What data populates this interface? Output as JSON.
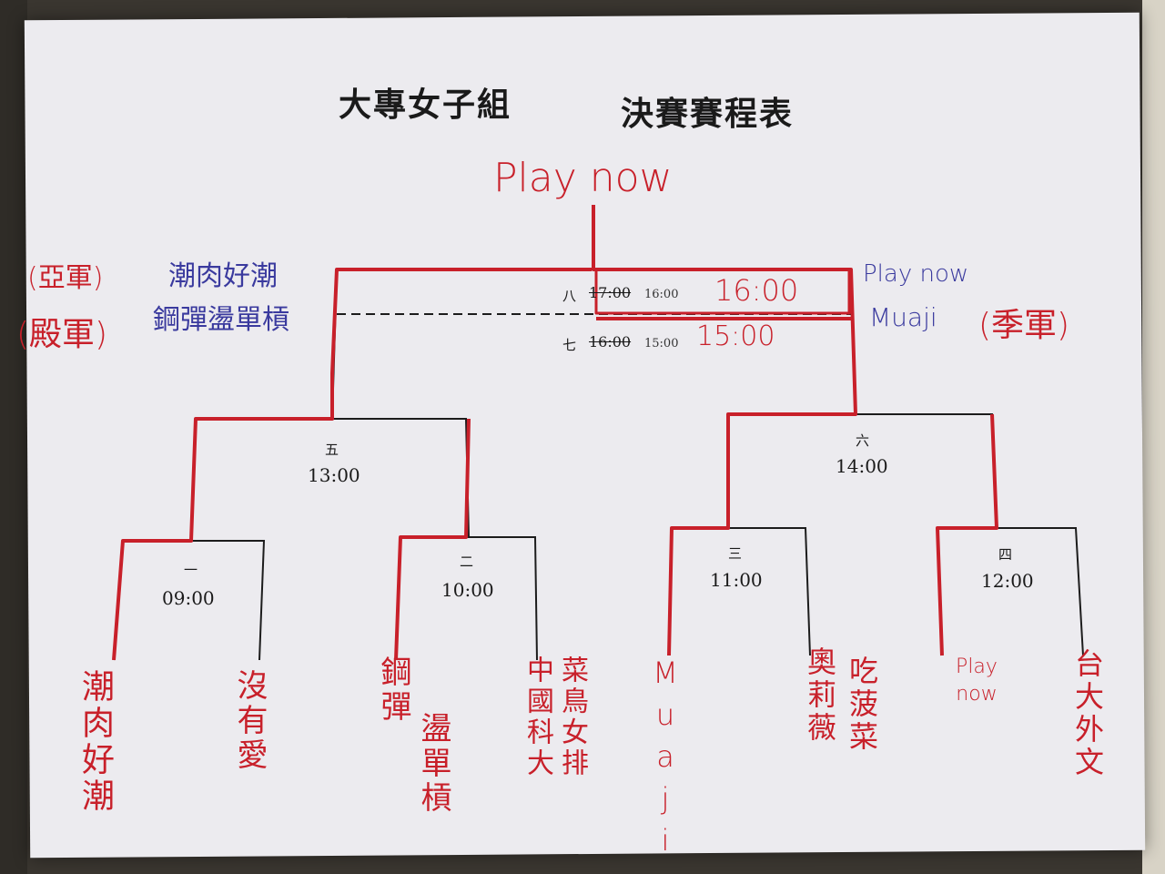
{
  "title_left": "大專女子組",
  "title_right": "決賽賽程表",
  "champion": "Play now",
  "runner_up_label": "(亞軍)",
  "runner_up_team": "潮肉好潮",
  "fourth_label": "(殿軍)",
  "fourth_team": "鋼彈盪單槓",
  "third_team_top": "Play now",
  "third_team": "Muaji",
  "third_label": "(季軍)",
  "match8": {
    "num": "八",
    "old_time": "17:00",
    "small_time": "16:00",
    "new_time": "16:00"
  },
  "match7": {
    "num": "七",
    "old_time": "16:00",
    "small_time": "15:00",
    "new_time": "15:00"
  },
  "match5": {
    "num": "五",
    "time": "13:00"
  },
  "match6": {
    "num": "六",
    "time": "14:00"
  },
  "match1": {
    "num": "一",
    "time": "09:00"
  },
  "match2": {
    "num": "二",
    "time": "10:00"
  },
  "match3": {
    "num": "三",
    "time": "11:00"
  },
  "match4": {
    "num": "四",
    "time": "12:00"
  },
  "teams": [
    "潮肉好潮",
    "沒有愛",
    "鋼彈",
    "盪單槓",
    "中國科大",
    "菜鳥女排",
    "Muaji",
    "吃菠菜",
    "奧莉薇",
    "Play now",
    "台大外文"
  ]
}
